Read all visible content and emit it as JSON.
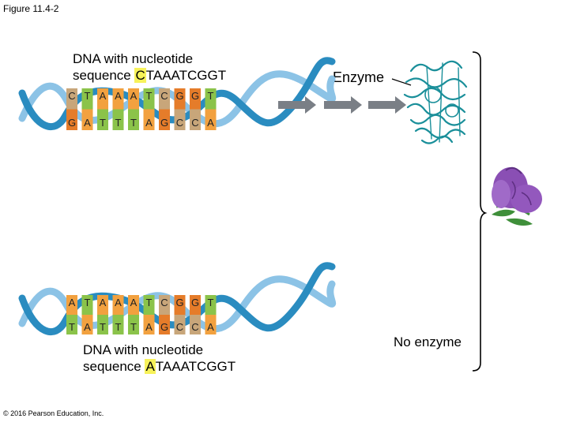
{
  "figure_label": "Figure 11.4-2",
  "top_dna": {
    "caption_line1": "DNA with nucleotide",
    "caption_prefix": "sequence ",
    "caption_highlight": "C",
    "caption_rest": "TAAATCGGT",
    "top_strand": [
      "C",
      "T",
      "A",
      "A",
      "A",
      "T",
      "C",
      "G",
      "G",
      "T"
    ],
    "bottom_strand": [
      "G",
      "A",
      "T",
      "T",
      "T",
      "A",
      "G",
      "C",
      "C",
      "A"
    ]
  },
  "bottom_dna": {
    "caption_line1": "DNA with nucleotide",
    "caption_prefix": "sequence ",
    "caption_highlight": "A",
    "caption_rest": "TAAATCGGT",
    "top_strand": [
      "A",
      "T",
      "A",
      "A",
      "A",
      "T",
      "C",
      "G",
      "G",
      "T"
    ],
    "bottom_strand": [
      "T",
      "A",
      "T",
      "T",
      "T",
      "A",
      "G",
      "C",
      "C",
      "A"
    ]
  },
  "enzyme_label": "Enzyme",
  "no_enzyme_label": "No enzyme",
  "copyright": "© 2016 Pearson Education, Inc.",
  "colors": {
    "A": "#f2a13f",
    "T": "#8bc34a",
    "C": "#c8a67a",
    "G": "#e57c2a",
    "helix": "#2a8cc0",
    "helix_light": "#8cc3e6",
    "arrow": "#7a7f86",
    "enzyme": "#1a8f9a",
    "flower": "#8a4fb4",
    "leaf": "#3f8f3a"
  }
}
